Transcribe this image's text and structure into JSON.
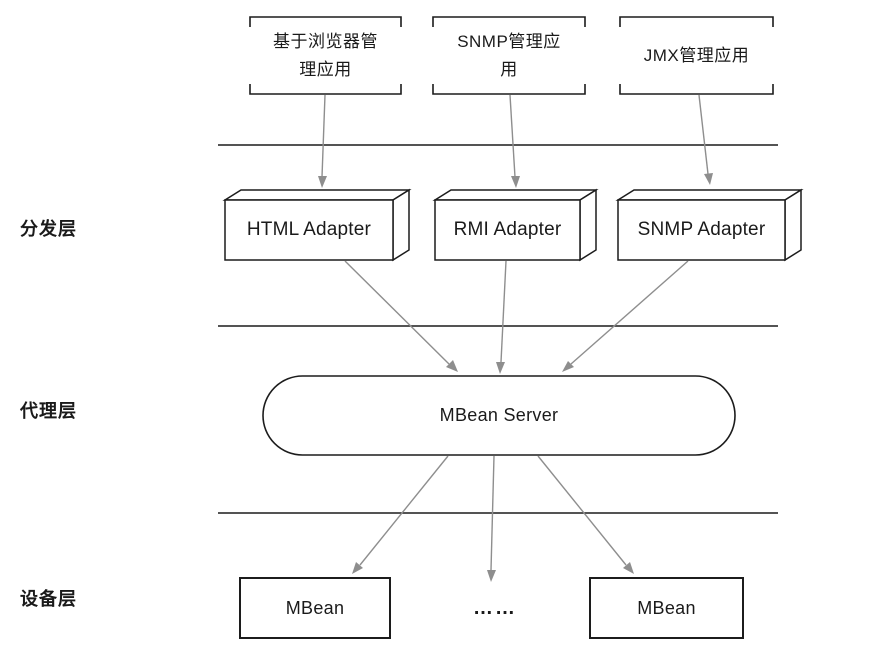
{
  "colors": {
    "line": "#1c1c1c",
    "arrow": "#8e8e8e",
    "text": "#1a1a1a"
  },
  "top_apps": [
    {
      "line1": "基于浏览器管",
      "line2": "理应用"
    },
    {
      "line1": "SNMP管理应",
      "line2": "用"
    },
    {
      "line1": "JMX管理应用",
      "line2": ""
    }
  ],
  "layers": {
    "distribution": "分发层",
    "agent": "代理层",
    "device": "设备层"
  },
  "adapters": [
    {
      "label": "HTML Adapter"
    },
    {
      "label": "RMI Adapter"
    },
    {
      "label": "SNMP Adapter"
    }
  ],
  "server": {
    "label": "MBean Server"
  },
  "devices": {
    "mbean_left": "MBean",
    "ellipsis": "……",
    "mbean_right": "MBean"
  }
}
